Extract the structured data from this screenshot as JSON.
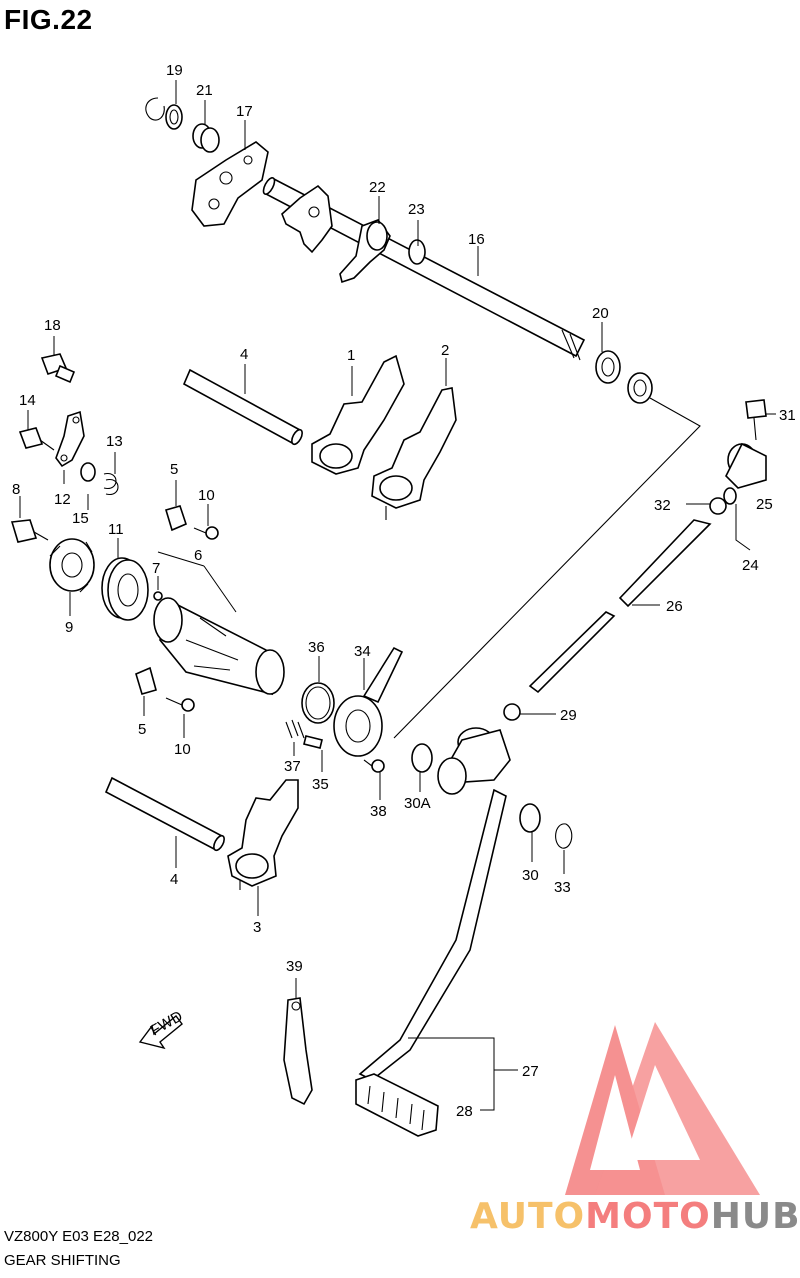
{
  "figure": {
    "title": "FIG.22",
    "model_code": "VZ800Y E03 E28_022",
    "caption": "GEAR SHIFTING"
  },
  "watermark": {
    "auto": "AUTO",
    "moto": "MOTO",
    "hub": "HUB",
    "colors": {
      "auto": "#f6c16a",
      "moto": "#f47e7e",
      "hub": "#8a8a8a",
      "logo": "#f47e7e"
    }
  },
  "fwd_arrow": {
    "label": "FWD"
  },
  "callouts": {
    "c1": "1",
    "c2": "2",
    "c3": "3",
    "c4a": "4",
    "c4b": "4",
    "c5a": "5",
    "c5b": "5",
    "c6": "6",
    "c7": "7",
    "c8": "8",
    "c9": "9",
    "c10a": "10",
    "c10b": "10",
    "c11": "11",
    "c12": "12",
    "c13": "13",
    "c14": "14",
    "c15": "15",
    "c16": "16",
    "c17": "17",
    "c18": "18",
    "c19": "19",
    "c20": "20",
    "c21": "21",
    "c22": "22",
    "c23": "23",
    "c24": "24",
    "c25": "25",
    "c26": "26",
    "c27": "27",
    "c28": "28",
    "c29": "29",
    "c30": "30",
    "c30a": "30A",
    "c31": "31",
    "c32": "32",
    "c33": "33",
    "c34": "34",
    "c35": "35",
    "c36": "36",
    "c37": "37",
    "c38": "38",
    "c39": "39"
  }
}
